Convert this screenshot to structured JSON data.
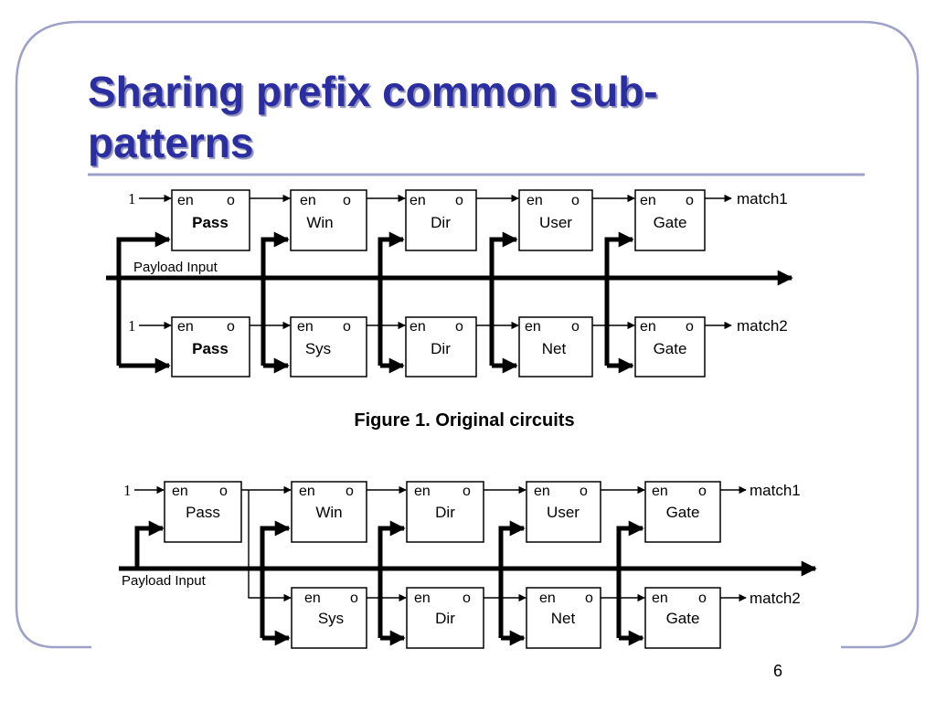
{
  "slide": {
    "title_line1": "Sharing prefix common sub-",
    "title_line2": "patterns",
    "page_number": "6",
    "title_color": "#2b2ea0",
    "frame_color": "#9ea1c8"
  },
  "figure1": {
    "caption": "Figure 1. Original circuits",
    "input_one_top": "1",
    "input_one_bottom": "1",
    "payload_label": "Payload Input",
    "port_en": "en",
    "port_o": "o",
    "top_row": [
      "Pass",
      "Win",
      "Dir",
      "User",
      "Gate"
    ],
    "bottom_row": [
      "Pass",
      "Sys",
      "Dir",
      "Net",
      "Gate"
    ],
    "output_top": "match1",
    "output_bottom": "match2"
  },
  "figure2": {
    "input_one": "1",
    "payload_label": "Payload Input",
    "port_en": "en",
    "port_o": "o",
    "top_row": [
      "Pass",
      "Win",
      "Dir",
      "User",
      "Gate"
    ],
    "bottom_row": [
      "Sys",
      "Dir",
      "Net",
      "Gate"
    ],
    "output_top": "match1",
    "output_bottom": "match2"
  }
}
